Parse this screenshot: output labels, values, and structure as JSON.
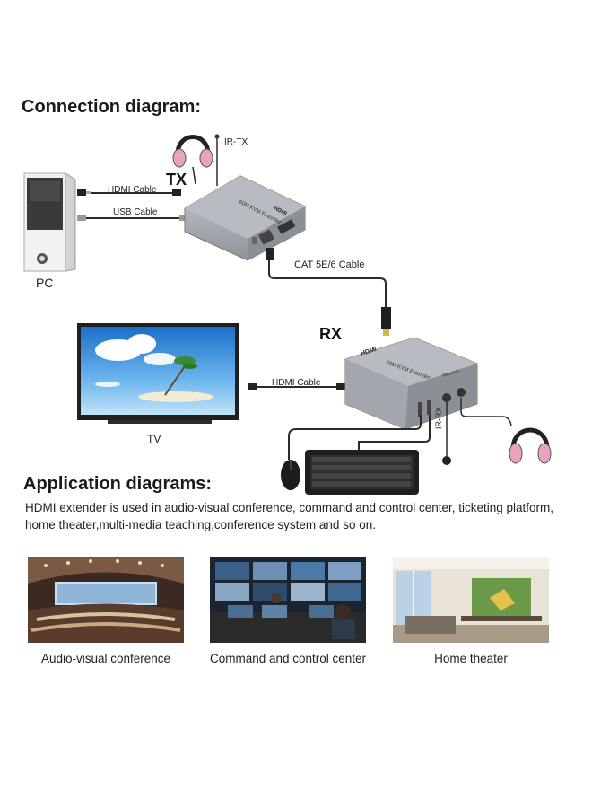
{
  "connection": {
    "title": "Connection diagram:",
    "labels": {
      "tx": "TX",
      "rx": "RX",
      "pc": "PC",
      "tv": "TV",
      "ir_tx": "IR-TX",
      "ir_rx": "IR-RX",
      "hdmi_cable_tx": "HDMI Cable",
      "usb_cable": "USB Cable",
      "cat_cable": "CAT 5E/6 Cable",
      "hdmi_cable_rx": "HDMI Cable"
    },
    "device_text": {
      "tx_model": "60M KVM Extender",
      "rx_model": "60M KVM Extender",
      "hdmi_logo": "HDMI",
      "receiver": "Receiver"
    }
  },
  "application": {
    "title": "Application diagrams:",
    "description": "HDMI extender is used in audio-visual conference, command and control center, ticketing platform, home theater,multi-media teaching,conference system and so on.",
    "photos": [
      {
        "caption": "Audio-visual conference",
        "icon": "conference-hall-photo"
      },
      {
        "caption": "Command and control center",
        "icon": "control-room-photo"
      },
      {
        "caption": "Home theater",
        "icon": "home-theater-photo"
      }
    ]
  },
  "colors": {
    "device_grey": "#a9adb3",
    "cable": "#2b2b2b",
    "headphone_pink": "#e7a3c0",
    "sky": "#3a8fd8"
  }
}
